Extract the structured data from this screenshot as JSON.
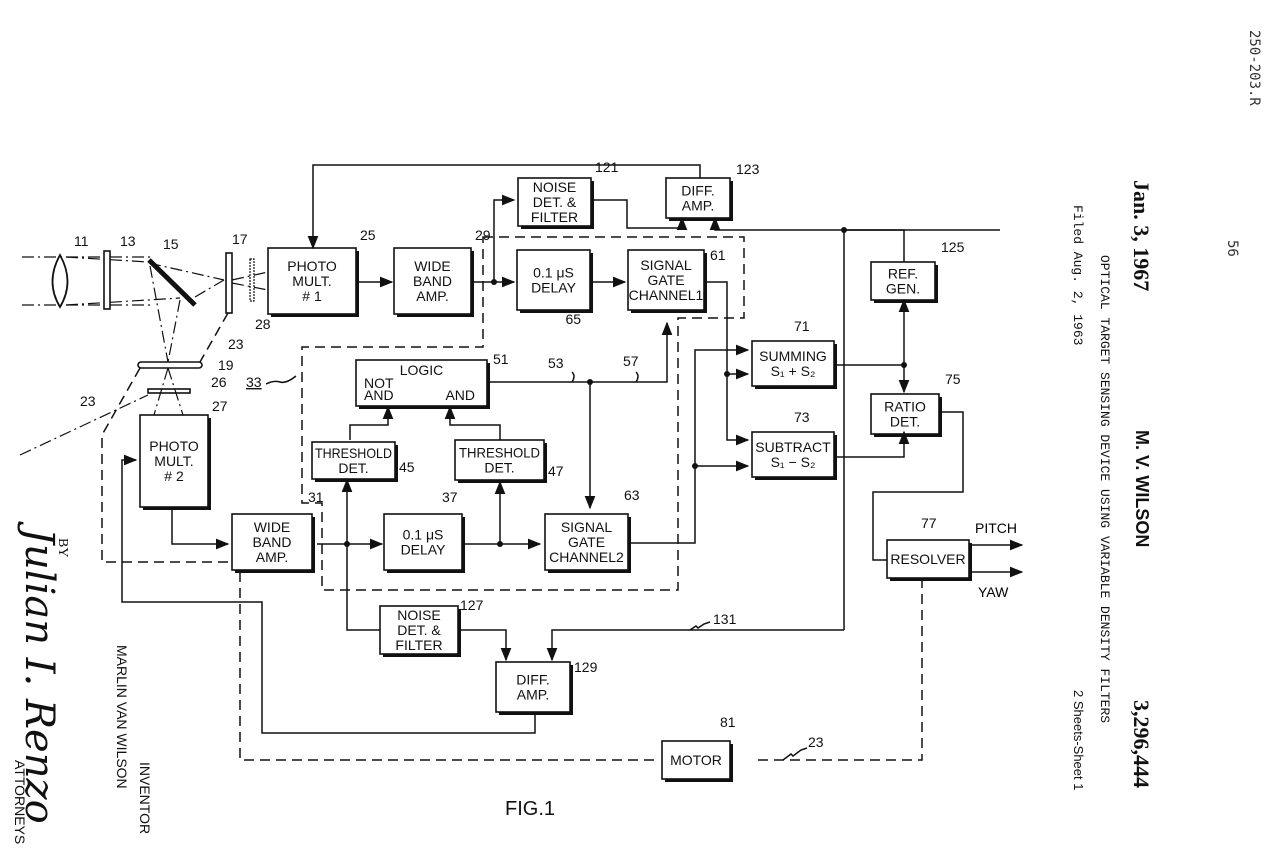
{
  "header": {
    "stamp": "250-203.R",
    "page_number": "56",
    "date": "Jan. 3, 1967",
    "inventor_name": "M. V. WILSON",
    "patent_number": "3,296,444",
    "title": "OPTICAL TARGET SENSING DEVICE USING VARIABLE DENSITY FILTERS",
    "filed": "Filed Aug. 2, 1963",
    "sheets": "2 Sheets-Sheet 1"
  },
  "figure_label": "FIG.1",
  "signature": {
    "by": "BY",
    "signature_text": "Julian I. Renzo",
    "attorneys_label": "ATTORNEYS",
    "inventor_label": "INVENTOR",
    "inventor_full_name": "MARLIN VAN WILSON"
  },
  "blocks": {
    "photo_mult_1": {
      "lines": [
        "PHOTO",
        "MULT.",
        "# 1"
      ],
      "ref": "25"
    },
    "wide_band_amp_1": {
      "lines": [
        "WIDE",
        "BAND",
        "AMP."
      ],
      "ref": "29"
    },
    "noise_det_1": {
      "lines": [
        "NOISE",
        "DET. &",
        "FILTER"
      ],
      "ref": "121"
    },
    "diff_amp_1": {
      "lines": [
        "DIFF.",
        "AMP."
      ],
      "ref": "123"
    },
    "delay_1": {
      "lines": [
        "0.1 μS",
        "DELAY"
      ],
      "ref": "65"
    },
    "signal_gate_1": {
      "lines": [
        "SIGNAL",
        "GATE",
        "CHANNEL1"
      ],
      "ref": "61"
    },
    "ref_gen": {
      "lines": [
        "REF.",
        "GEN."
      ],
      "ref": "125"
    },
    "summing": {
      "lines": [
        "SUMMING",
        "S₁ + S₂"
      ],
      "ref": "71"
    },
    "subtract": {
      "lines": [
        "SUBTRACT",
        "S₁ − S₂"
      ],
      "ref": "73"
    },
    "ratio_det": {
      "lines": [
        "RATIO",
        "DET."
      ],
      "ref": "75"
    },
    "logic": {
      "lines": [
        "LOGIC",
        "NOT",
        "AND",
        "AND"
      ],
      "ref": "51"
    },
    "threshold_45": {
      "lines": [
        "THRESHOLD",
        "DET."
      ],
      "ref": "45"
    },
    "threshold_47": {
      "lines": [
        "THRESHOLD",
        "DET."
      ],
      "ref": "47"
    },
    "photo_mult_2": {
      "lines": [
        "PHOTO",
        "MULT.",
        "# 2"
      ],
      "ref": "27"
    },
    "wide_band_amp_2": {
      "lines": [
        "WIDE",
        "BAND",
        "AMP."
      ],
      "ref": "31"
    },
    "delay_2": {
      "lines": [
        "0.1 μS",
        "DELAY"
      ],
      "ref": "37"
    },
    "signal_gate_2": {
      "lines": [
        "SIGNAL",
        "GATE",
        "CHANNEL2"
      ],
      "ref": "63"
    },
    "resolver": {
      "lines": [
        "RESOLVER"
      ],
      "ref": "77"
    },
    "noise_det_2": {
      "lines": [
        "NOISE",
        "DET. &",
        "FILTER"
      ],
      "ref": "127"
    },
    "diff_amp_2": {
      "lines": [
        "DIFF.",
        "AMP."
      ],
      "ref": "129"
    },
    "motor": {
      "lines": [
        "MOTOR"
      ],
      "ref": "81"
    }
  },
  "optics_refs": {
    "lens": "11",
    "filter": "13",
    "beam_splitter": "15",
    "filter_17": "17",
    "filter_19": "19",
    "linkage_a": "23",
    "linkage_b": "23",
    "linkage_c": "23",
    "filter_26": "26",
    "filter_28": "28",
    "dashed_box": "33"
  },
  "line_refs": {
    "line_53": "53",
    "line_57": "57",
    "line_131": "131"
  },
  "outputs": {
    "pitch": "PITCH",
    "yaw": "YAW"
  }
}
